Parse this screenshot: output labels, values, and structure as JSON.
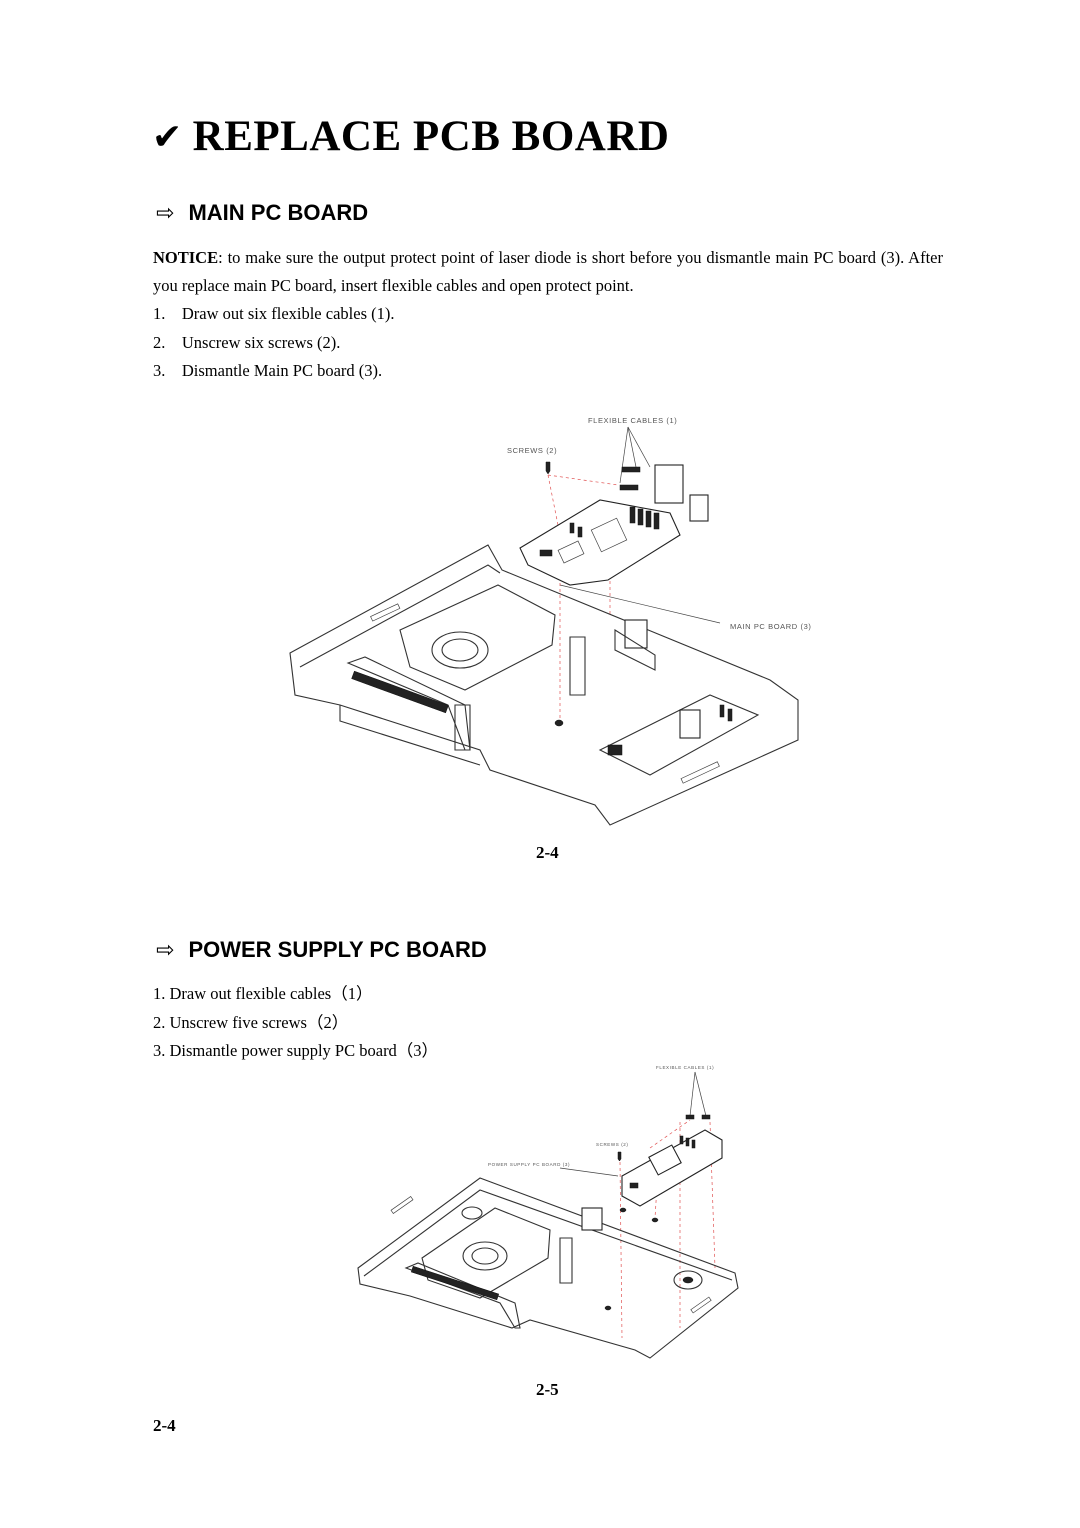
{
  "title": {
    "glyph": "✔",
    "text": "REPLACE PCB BOARD"
  },
  "main_section": {
    "icon": "hollow-arrow-icon",
    "heading": "MAIN PC BOARD",
    "notice_label": "NOTICE",
    "notice_text": ": to make sure the output protect point of laser diode is short before you dismantle main PC board (3). After you replace main PC board, insert flexible cables and open protect point.",
    "steps": [
      "1. Draw out six flexible cables (1).",
      "2. Unscrew six screws (2).",
      "3. Dismantle Main PC board (3)."
    ],
    "figure": {
      "label_cables": "FLEXIBLE CABLES (1)",
      "label_screws": "SCREWS (2)",
      "label_board": "MAIN PC BOARD (3)"
    },
    "figure_number": "2-4"
  },
  "power_section": {
    "icon": "hollow-arrow-icon",
    "heading": "POWER SUPPLY PC BOARD",
    "steps": [
      "1. Draw out flexible cables（1）",
      "2. Unscrew five screws（2）",
      "3. Dismantle power supply PC board（3）"
    ],
    "figure": {
      "label_cables": "FLEXIBLE CABLES (1)",
      "label_screws": "SCREWS (2)",
      "label_board": "POWER SUPPLY PC BOARD (3)"
    },
    "figure_number": "2-5"
  },
  "page_number": "2-4"
}
